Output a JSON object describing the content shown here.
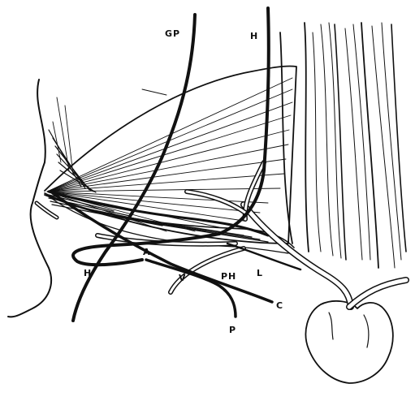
{
  "labels": {
    "gp": "GP",
    "h_top": "H",
    "a": "A",
    "h_left": "H",
    "v": "V",
    "ph": "PH",
    "l": "L",
    "c": "C",
    "p": "P"
  },
  "colors": {
    "ink": "#111111",
    "paper": "#ffffff"
  }
}
